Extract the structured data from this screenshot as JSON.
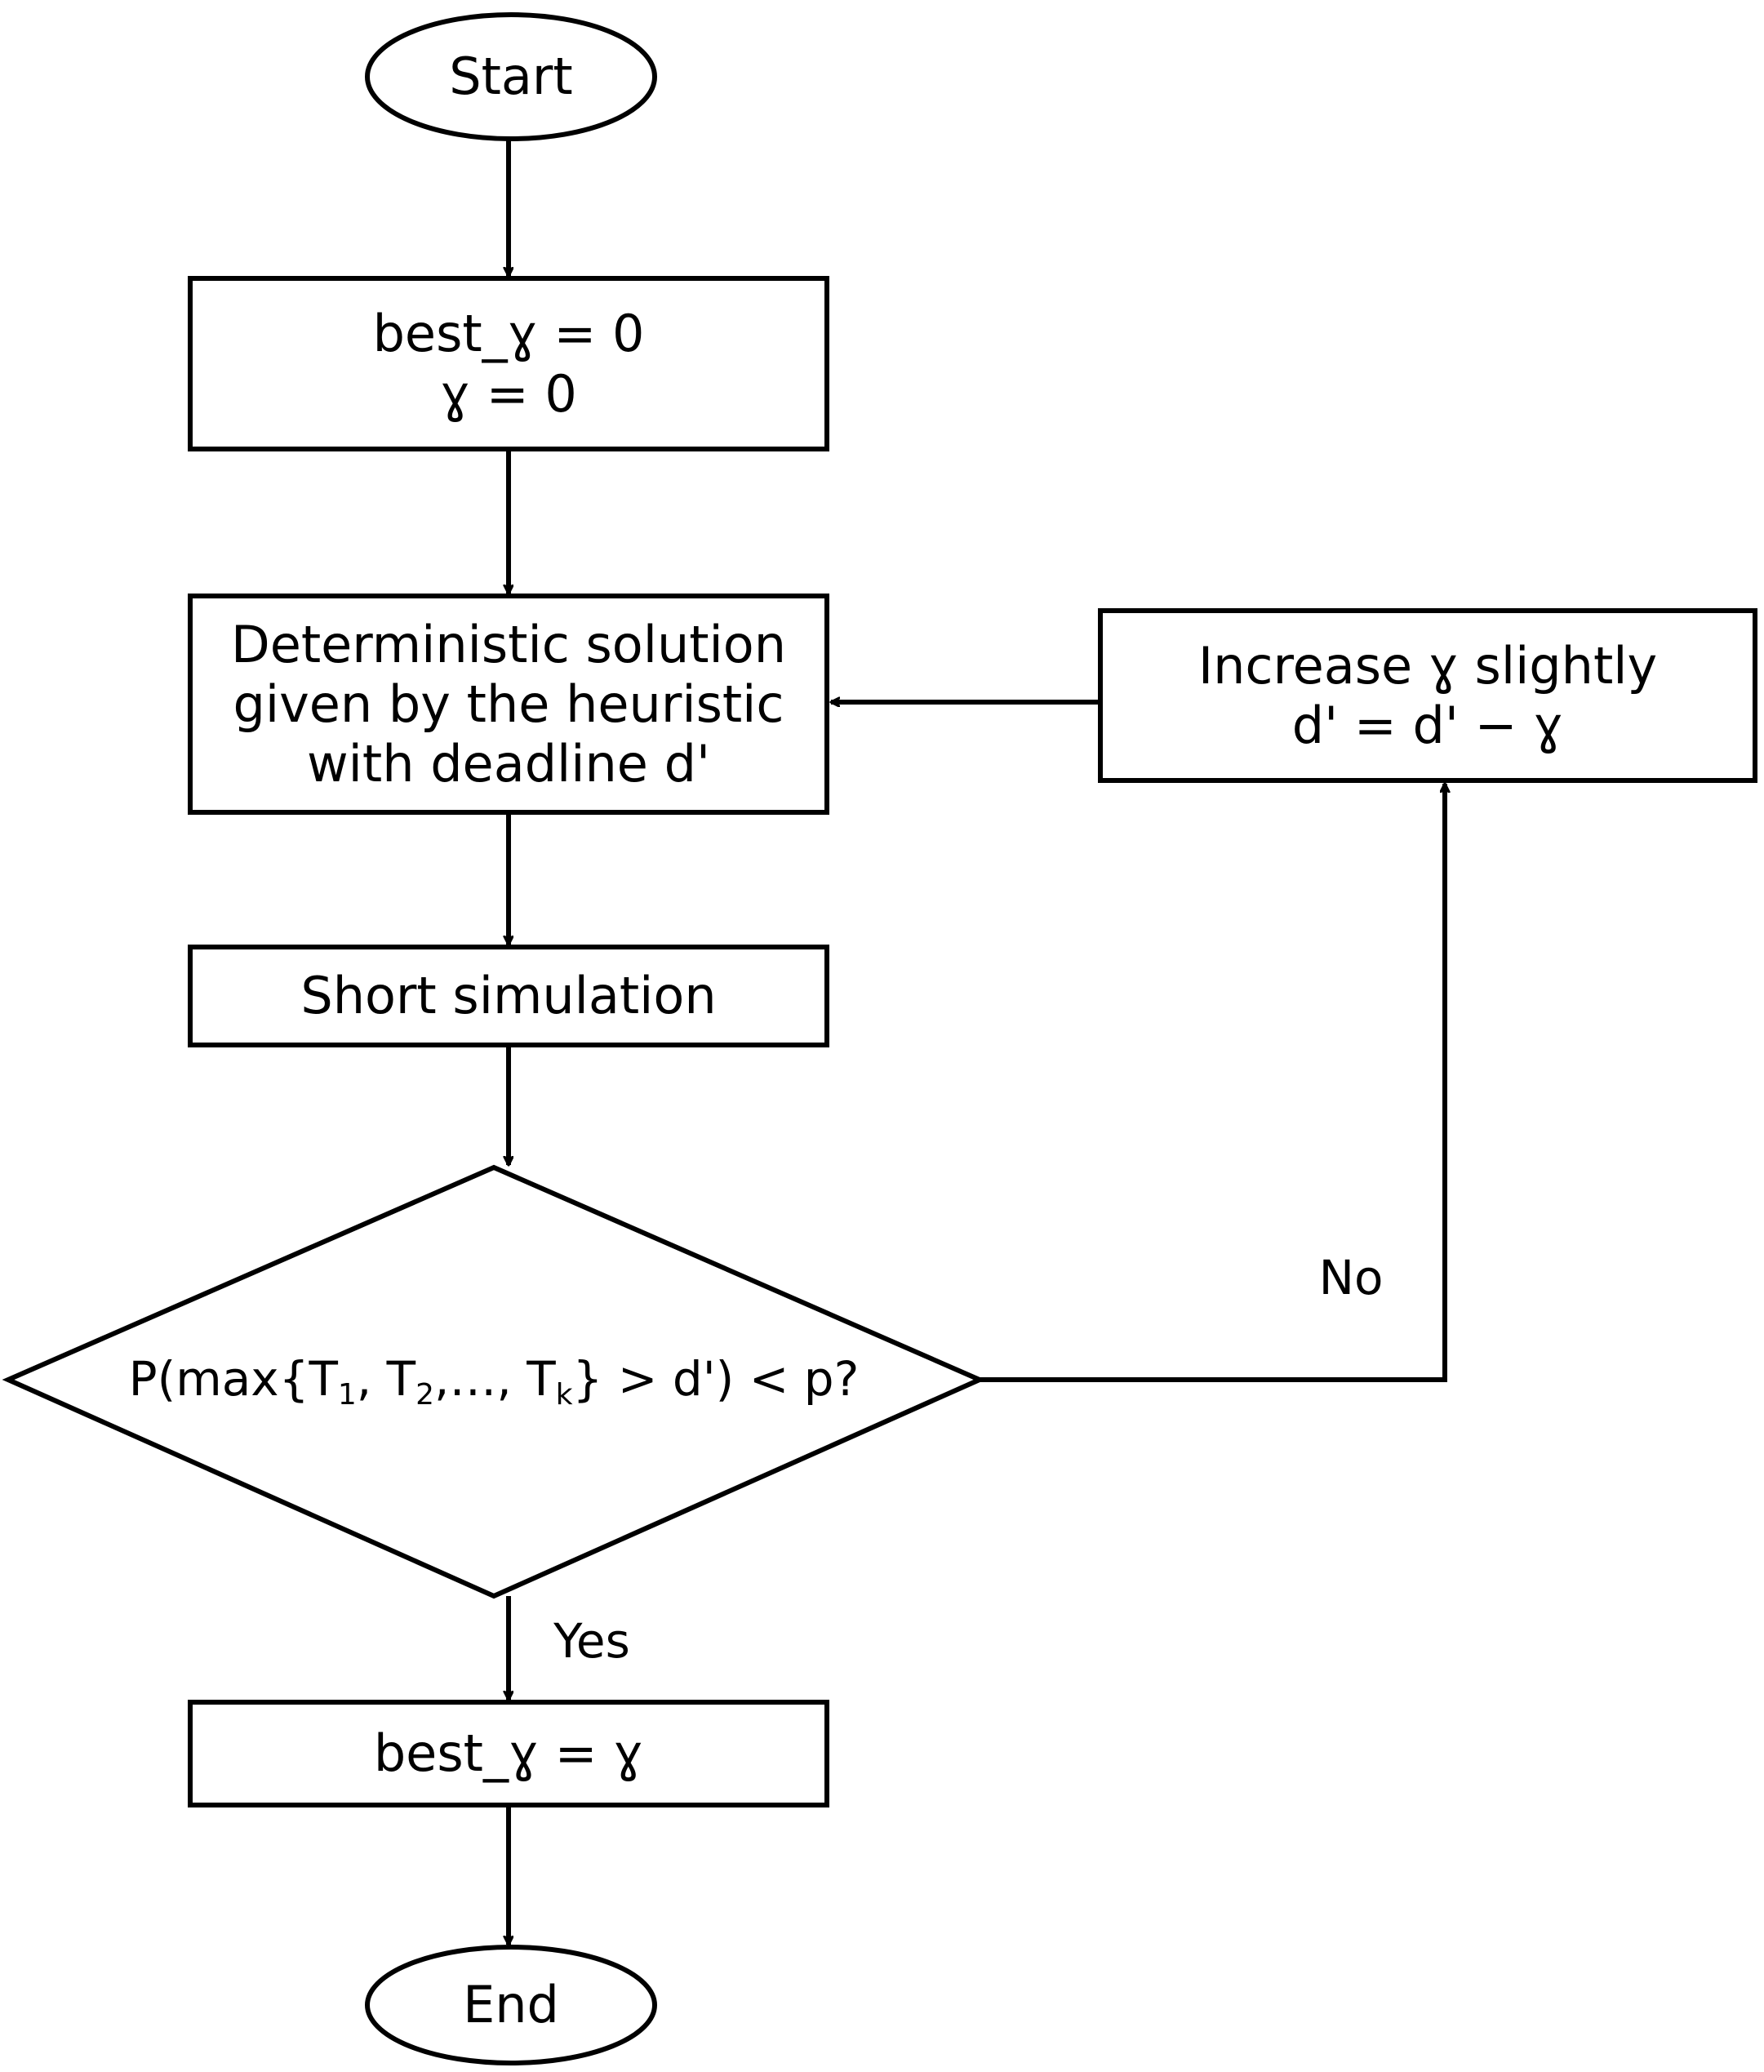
{
  "diagram": {
    "type": "flowchart",
    "title": "",
    "orientation": "top-to-bottom with feedback loop",
    "background_color": "#ffffff",
    "stroke_color": "#000000",
    "text_color": "#000000"
  },
  "nodes": {
    "start": {
      "shape": "ellipse",
      "label": "Start"
    },
    "init": {
      "shape": "rectangle",
      "line1": "best_ɣ = 0",
      "line2": "ɣ = 0"
    },
    "heuristic": {
      "shape": "rectangle",
      "line1": "Deterministic solution",
      "line2": "given by the heuristic",
      "line3": "with deadline d'"
    },
    "increase": {
      "shape": "rectangle",
      "line1": "Increase ɣ slightly",
      "line2": "d' = d' − ɣ"
    },
    "simulation": {
      "shape": "rectangle",
      "label": "Short simulation"
    },
    "decision": {
      "shape": "diamond",
      "prefix": "P(max{T",
      "sub1": "1",
      "mid1": ", T",
      "sub2": "2",
      "mid2": ",…, T",
      "sub3": "k",
      "suffix": "} > d') < p?"
    },
    "assign": {
      "shape": "rectangle",
      "label": "best_ɣ = ɣ"
    },
    "end": {
      "shape": "ellipse",
      "label": "End"
    }
  },
  "edges": {
    "start_to_init": {
      "label": ""
    },
    "init_to_heuristic": {
      "label": ""
    },
    "heuristic_to_simulation": {
      "label": ""
    },
    "simulation_to_decision": {
      "label": ""
    },
    "decision_no": {
      "label": "No"
    },
    "decision_yes": {
      "label": "Yes"
    },
    "increase_to_heuristic": {
      "label": ""
    },
    "assign_to_end": {
      "label": ""
    }
  }
}
